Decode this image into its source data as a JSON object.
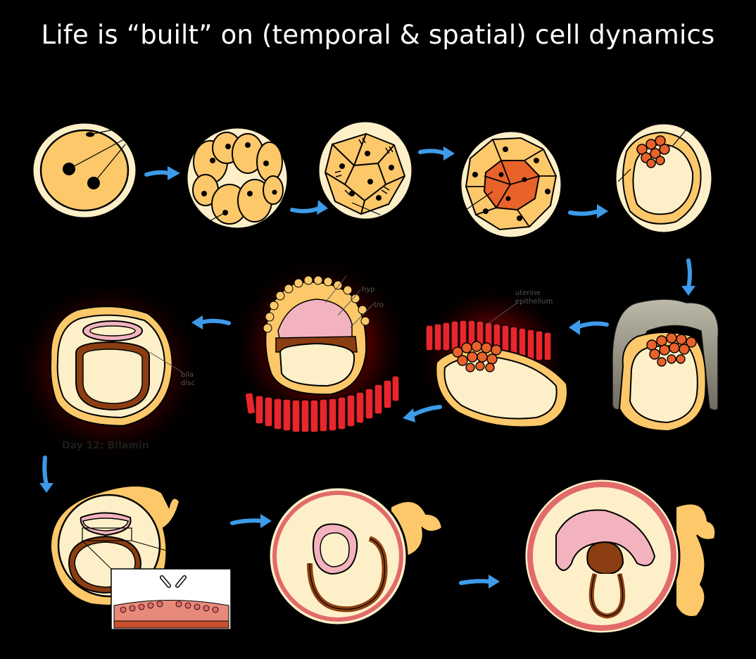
{
  "title": "Life is “built” on (temporal & spatial) cell dynamics",
  "labels": {
    "uterine_epithelium_1": "uterine",
    "uterine_epithelium_2": "epithelium",
    "hypoblast": "hyp",
    "trophoblast": "tro",
    "bilaminar_disc_1": "bila",
    "bilaminar_disc_2": "disc",
    "day12": "Day 12: Bilamin"
  },
  "icons": [
    "progression-arrow-icon"
  ],
  "colors": {
    "background": "#000000",
    "arrow": "#3d9be9",
    "cell_yellow": "#fdc86a",
    "inner_orange": "#e8622a",
    "zona_cream": "#fdf3d4",
    "uterine_red": "#e8262b",
    "brown_layer": "#8b3e12",
    "pink_layer": "#f2b3bf",
    "embryo_red": "#e26a6a"
  }
}
